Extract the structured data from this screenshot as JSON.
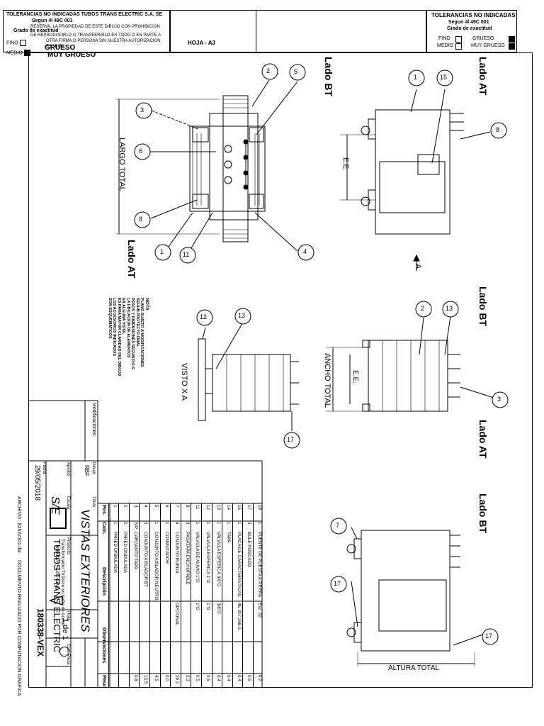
{
  "header_left": {
    "company_line": "TOLERANCIAS NO INDICADAS   TUBOS TRANS ELECTRIC S.A. SE",
    "norm_line": "Segun 4l 49C 001",
    "copyright_line1": "RESERVA. LA PROPIEDAD DE ESTE DIBUJO CON PROHIBICION",
    "grade_label": "Grado de exactitud",
    "copyright_line2": "DE REPRODUCIRLO O TRANSFERIRLO EN TODO O EN PARTE A",
    "copyright_line3": "OTRA FIRMA O PERSONA SIN NUESTRA AUTORIZACION ESCRITA.",
    "fino": "FINO",
    "grueso": "GRUESO",
    "medio": "MEDIO",
    "muy_grueso": "MUY GRUESO"
  },
  "header_mid": {
    "sheet": "HOJA - A3"
  },
  "header_right": {
    "title": "TOLERANCIAS NO INDICADAS",
    "norm": "Segun 4l 49C 001",
    "grade": "Grado de exactitud",
    "fino": "FINO",
    "grueso": "GRUESO",
    "medio": "MEDIO",
    "muy_grueso": "MUY GRUESO"
  },
  "views": {
    "lado_at": "Lado AT",
    "lado_bt": "Lado BT",
    "largo_total": "LARGO TOTAL",
    "ancho_total": "ANCHO TOTAL",
    "altura_total": "ALTURA TOTAL",
    "ee": "E.E.",
    "visto_x_a": "VISTO X A",
    "arrow_a": "A",
    "balloons_top": [
      "1",
      "2",
      "3",
      "4",
      "5",
      "6",
      "8",
      "11"
    ],
    "balloons_front": [
      "1",
      "8",
      "15"
    ],
    "balloons_side": [
      "2",
      "3",
      "13"
    ],
    "balloons_visto": [
      "12",
      "13",
      "17"
    ],
    "balloons_bottom": [
      "7",
      "17",
      "17"
    ]
  },
  "nota": {
    "title": "NOTA",
    "lines": [
      "PLANO SUJETO A MODIFICACIONES",
      "SEGUN PROYECTO FINAL",
      "PESOS Y DIMENSIONES SEGUN P.O.S.",
      "LA UBICACION DE ELEMENTOS",
      "EN ALGUNA VISTA,",
      "ES PARA MAYOR CLARIDAD DEL DIBUJO",
      "LOS ACCESORIOS INDICADOS",
      "SON ESQUEMATICOS"
    ]
  },
  "bom": {
    "headers": [
      "Pos.",
      "Cant.",
      "Descripción",
      "Observaciones",
      "Peso"
    ],
    "rows": [
      [
        "19",
        "1",
        "PUENTE DE PUESTA A TIERRA",
        "Esc. 02",
        "0.2"
      ],
      [
        "17",
        "3",
        "BULE ROSCADO",
        "",
        "0.5"
      ],
      [
        "15",
        "1",
        "PLACA DE CARACTERISTICAS",
        "4E 307 268-3",
        "0.4"
      ],
      [
        "14",
        "1",
        "TAPA",
        "",
        "0.4"
      ],
      [
        "13",
        "1",
        "VALVULA ESFERICA 3/8\"G",
        "3/8\"G",
        "0.4"
      ],
      [
        "12",
        "1",
        "VALVULA ESFERICA 1\"G",
        "1\"G",
        "0.5"
      ],
      [
        "11",
        "1",
        "VALVULA DE ALIVIO 1\"G",
        "1\"G",
        "0.5"
      ],
      [
        "8",
        "3",
        "PASATAPA ENCHUFABLE",
        "",
        "2.3"
      ],
      [
        "7",
        "4",
        "CONJUNTO RUEDA",
        "OPCIONAL",
        "29.2"
      ],
      [
        "6",
        "1",
        "CONMUTADOR",
        "",
        "0.0"
      ],
      [
        "5",
        "1",
        "CONJUNTO AISLADOR NEUTRO",
        "",
        "4.5"
      ],
      [
        "4",
        "3",
        "CONJUNTO AISLADOR BT",
        "",
        "13.5"
      ],
      [
        "3",
        "S/P",
        "CARGANTO TAPA",
        "",
        "0.8"
      ],
      [
        "2",
        "2",
        "PARED ONDULADA",
        "",
        ""
      ],
      [
        "1",
        "1",
        "PARED ONDULADA",
        "",
        ""
      ]
    ]
  },
  "title_block": {
    "modificaciones": "Modificaciones:",
    "dibujo_label": "Dibujó",
    "dibujo": "RBF",
    "aprobo": "Aprobó",
    "fecha_label": "Fecha",
    "fecha": "29/05/2018",
    "escala": "Escala:",
    "titulo_label": "Título",
    "titulo": "VISTAS EXTERIORES",
    "proyecto_label": "Proyecto:",
    "proyecto1": "Transformador Trifásico en baño de Aceite",
    "proyecto2": "800 KVA - 33/0.4 kV",
    "company": "TUBOS TRANS ELECTRIC",
    "se": "S/E",
    "hoja_label": "Hoja:",
    "hoja": "1 de 1",
    "cod_pieza": "Cod. Pieza",
    "drawing_no": "180338-VEX",
    "archivo": "ARCHIVO :   82522301.ifw",
    "documento": "DOCUMENTO REALIZADO POR COMPUTACION GRAFICA"
  }
}
